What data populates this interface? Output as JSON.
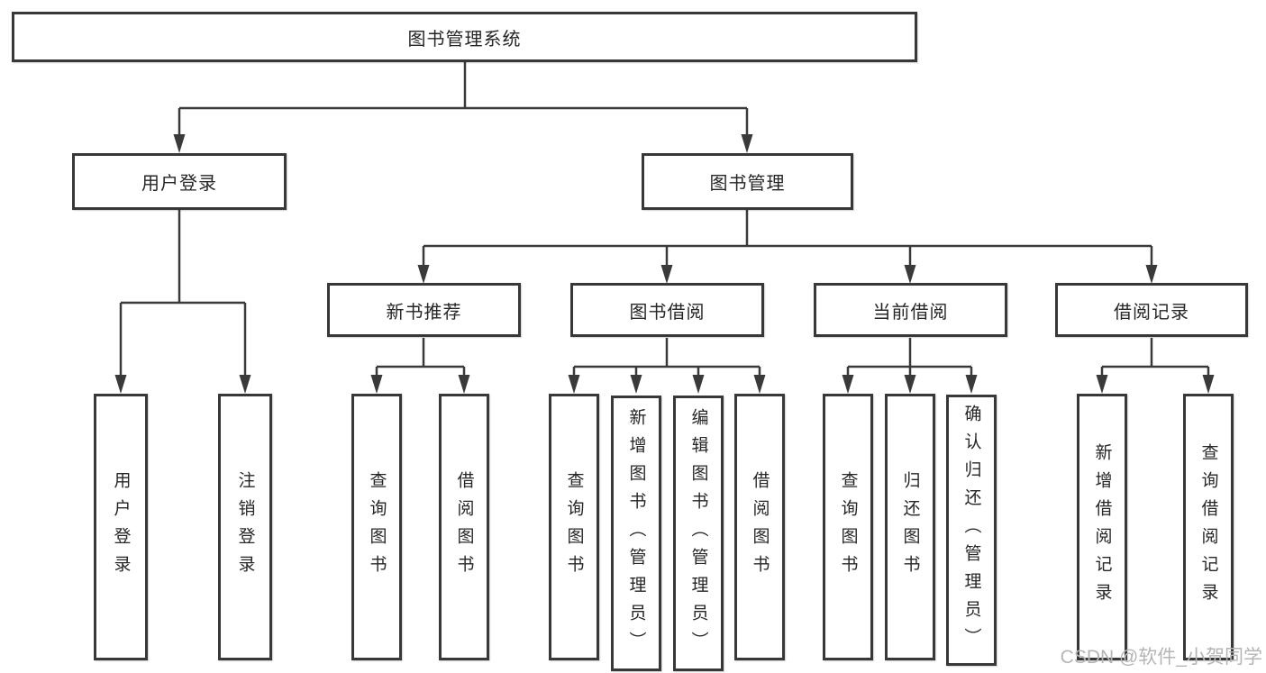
{
  "nodes": {
    "root": "图书管理系统",
    "login": {
      "label": "用户登录",
      "children": [
        "用户登录",
        "注销登录"
      ]
    },
    "mgmt": {
      "label": "图书管理",
      "groups": [
        {
          "label": "新书推荐",
          "children": [
            "查询图书",
            "借阅图书"
          ]
        },
        {
          "label": "图书借阅",
          "children": [
            "查询图书",
            "新增图书（管理员）",
            "编辑图书（管理员）",
            "借阅图书"
          ]
        },
        {
          "label": "当前借阅",
          "children": [
            "查询图书",
            "归还图书",
            "确认归还（管理员）"
          ]
        },
        {
          "label": "借阅记录",
          "children": [
            "新增借阅记录",
            "查询借阅记录"
          ]
        }
      ]
    }
  },
  "watermark": "CSDN @软件_小贺同学",
  "colors": {
    "line": "#3a3a3a",
    "border": "#383838",
    "text": "#262626",
    "watermark": "#b5b5b5",
    "background": "#ffffff"
  }
}
